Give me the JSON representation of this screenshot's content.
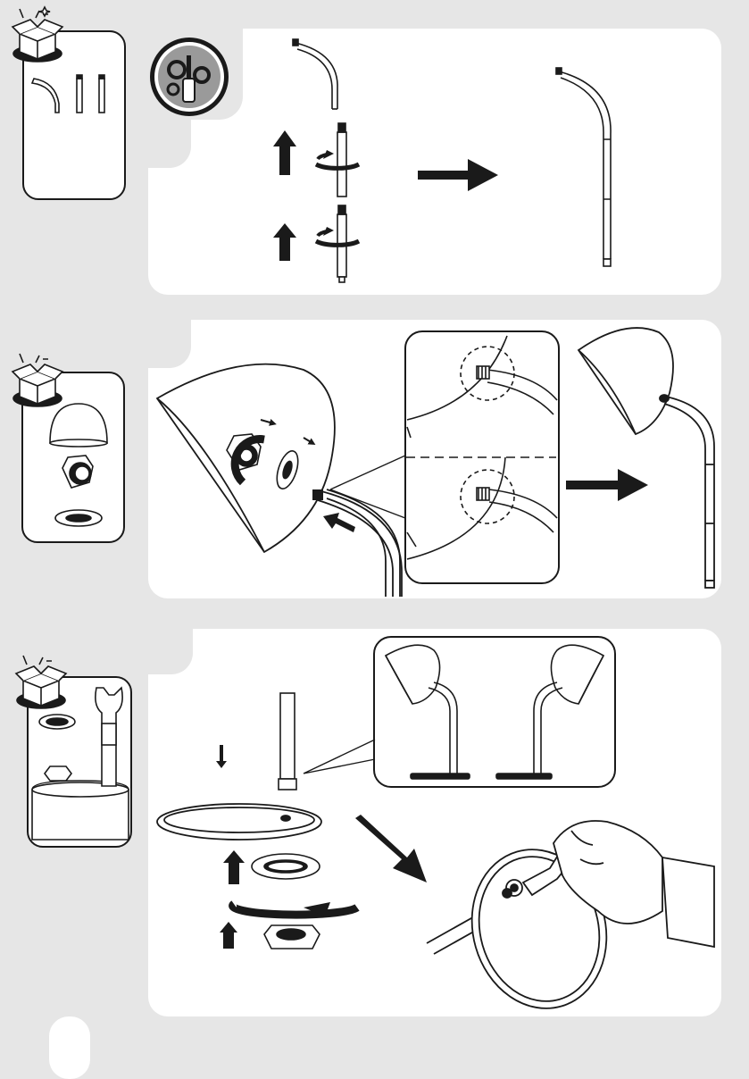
{
  "page": {
    "page_number": "",
    "colors": {
      "background": "#e6e6e6",
      "panel": "#ffffff",
      "line": "#1a1a1a",
      "badge": "#9a9a9a"
    }
  },
  "steps": [
    {
      "id": "step-1",
      "icons": [
        "new-parts-box-icon",
        "tools-required-badge-icon"
      ],
      "parts": [
        "curved-arm-tube",
        "straight-tube",
        "straight-tube"
      ],
      "actions": [
        "push-up-arrow-icon",
        "twist-rotate-icon",
        "push-up-arrow-icon",
        "twist-rotate-icon",
        "result-arrow-icon"
      ],
      "result": "assembled-pole"
    },
    {
      "id": "step-2",
      "icons": [
        "new-parts-box-icon"
      ],
      "parts": [
        "lamp-shade",
        "cap-nut",
        "washer"
      ],
      "actions": [
        "insert-arrow-icon",
        "result-arrow-icon"
      ],
      "detail": [
        "correct-thread-detail",
        "incorrect-thread-detail"
      ],
      "result": "lamp-head-attached"
    },
    {
      "id": "step-3",
      "icons": [
        "new-parts-box-icon",
        "wrench-icon"
      ],
      "parts": [
        "base-washer",
        "hex-nut",
        "round-base",
        "pole-end"
      ],
      "actions": [
        "down-arrow-icon",
        "up-arrow-icon",
        "rotate-arrow-icon",
        "up-arrow-icon",
        "result-arrow-icon"
      ],
      "detail": [
        "finished-lamp-left",
        "finished-lamp-right"
      ],
      "result": "tighten-with-wrench"
    }
  ]
}
